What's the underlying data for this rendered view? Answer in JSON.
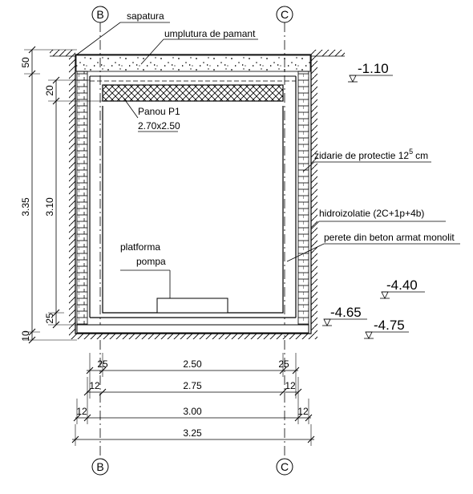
{
  "axes": {
    "left": "B",
    "right": "C"
  },
  "labels": {
    "sapatura": "sapatura",
    "umplutura": "umplutura de pamant",
    "panou_name": "Panou P1",
    "panou_size": "2.70x2.50",
    "zidarie_main": "zidarie de protectie 12",
    "zidarie_sup": "5",
    "zidarie_unit": "cm",
    "hidroizolatie": "hidroizolatie (2C+1p+4b)",
    "perete": "perete din beton armat monolit",
    "platforma_1": "platforma",
    "platforma_2": "pompa"
  },
  "levels": {
    "top": "-1.10",
    "interior_floor": "-4.40",
    "slab_bottom": "-4.65",
    "excavation": "-4.75"
  },
  "vertical_dims": {
    "outer": [
      "50",
      "3.35",
      "10"
    ],
    "inner": [
      "20",
      "3.10",
      "25"
    ]
  },
  "horizontal_dims": {
    "row1": [
      "25",
      "2.50",
      "25"
    ],
    "row2": [
      "12",
      "2.75",
      "12"
    ],
    "row3": [
      "12",
      "3.00",
      "12"
    ],
    "row4": [
      "3.25"
    ]
  },
  "colors": {
    "line": "#000000",
    "background": "#ffffff"
  }
}
